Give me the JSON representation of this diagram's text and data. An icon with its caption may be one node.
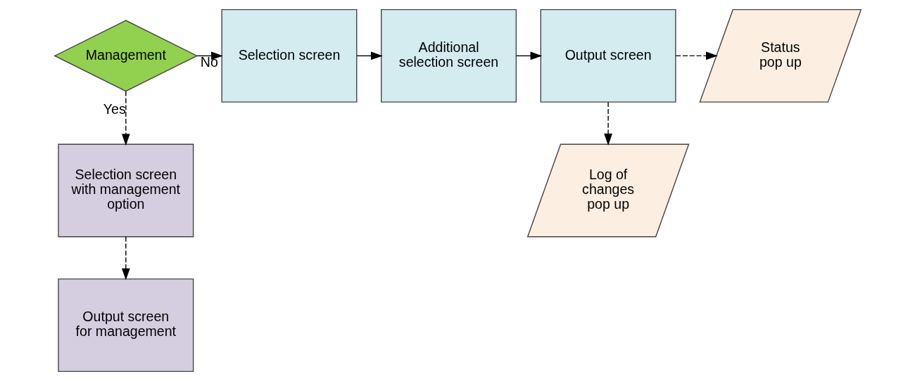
{
  "diagram": {
    "nodes": [
      {
        "text": [
          "Management"
        ]
      },
      {
        "text": [
          "Selection screen"
        ]
      },
      {
        "text": [
          "Additional selection screen"
        ]
      },
      {
        "text": [
          "Output screen"
        ]
      },
      {
        "text": [
          "Status pop up"
        ]
      },
      {
        "text": [
          "Selection screen with management option"
        ]
      },
      {
        "text": [
          "Log of changes pop up"
        ]
      },
      {
        "text": [
          "Output screen for management"
        ]
      }
    ],
    "edges": [
      {
        "from": 0,
        "to": 1,
        "arrow": "to",
        "label": "No"
      },
      {
        "from": 1,
        "to": 2,
        "arrow": "to"
      },
      {
        "from": 2,
        "to": 3,
        "arrow": "to"
      },
      {
        "from": 3,
        "to": 4,
        "arrow": "to",
        "style": "dashed"
      },
      {
        "from": 0,
        "to": 5,
        "arrow": "to",
        "style": "dashed",
        "label": "Yes"
      },
      {
        "from": 3,
        "to": 6,
        "arrow": "to",
        "style": "dashed"
      },
      {
        "from": 5,
        "to": 7,
        "arrow": "to",
        "style": "dashed"
      }
    ]
  }
}
